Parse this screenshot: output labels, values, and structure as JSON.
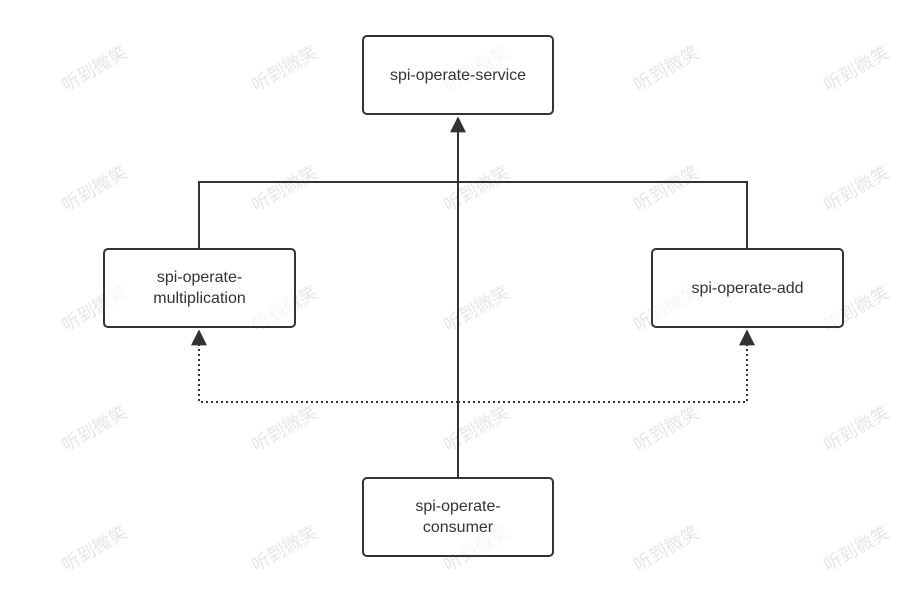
{
  "watermark_text": "听到微笑",
  "nodes": {
    "service": {
      "label": "spi-operate-service"
    },
    "multiplication": {
      "label_line1": "spi-operate-",
      "label_line2": "multiplication"
    },
    "add": {
      "label": "spi-operate-add"
    },
    "consumer": {
      "label_line1": "spi-operate-",
      "label_line2": "consumer"
    }
  },
  "edges": [
    {
      "from": "multiplication",
      "to": "service",
      "style": "solid",
      "kind": "inheritance"
    },
    {
      "from": "add",
      "to": "service",
      "style": "solid",
      "kind": "inheritance"
    },
    {
      "from": "consumer",
      "to": "service",
      "style": "solid",
      "kind": "dependency"
    },
    {
      "from": "consumer",
      "to": "multiplication",
      "style": "dotted",
      "kind": "dependency"
    },
    {
      "from": "consumer",
      "to": "add",
      "style": "dotted",
      "kind": "dependency"
    }
  ],
  "colors": {
    "line": "#333333",
    "node_border": "#333333",
    "text": "#333333",
    "watermark": "#e6e6e6"
  }
}
